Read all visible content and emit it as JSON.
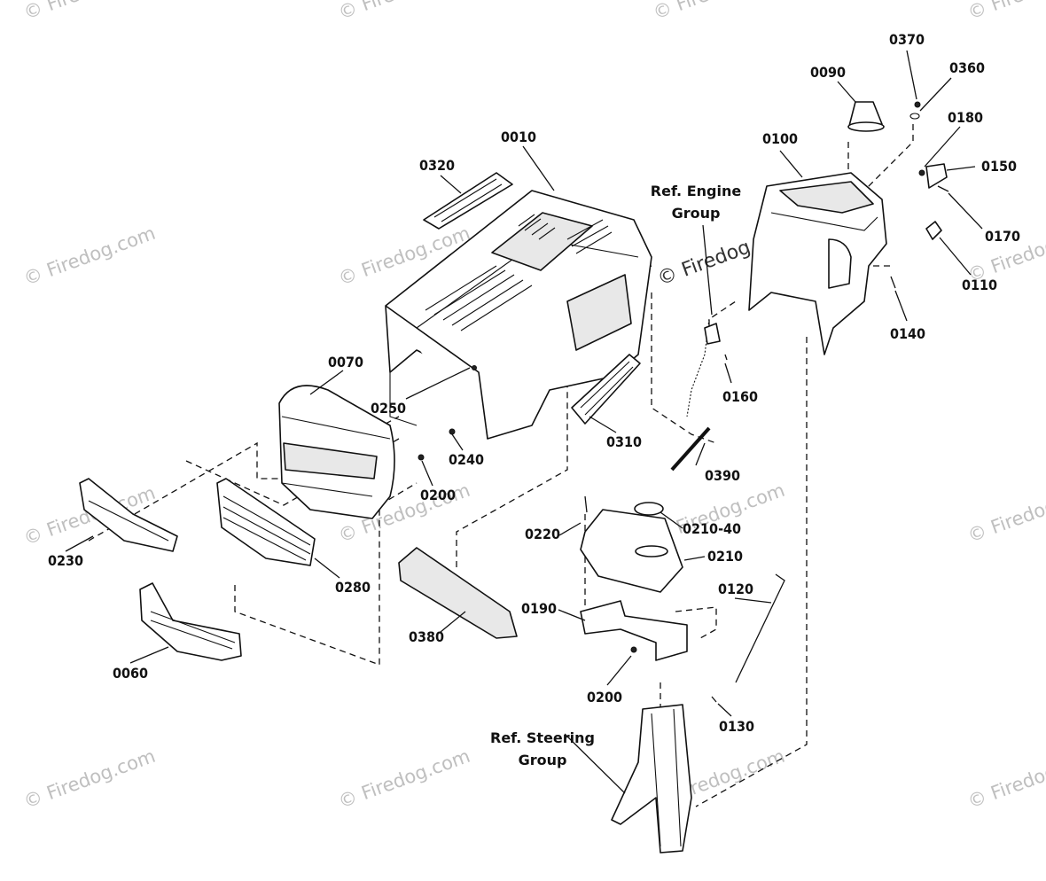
{
  "colors": {
    "ink": "#111111",
    "watermark": "#bfbfbf",
    "fill_light": "#e8e8e8",
    "background": "#ffffff"
  },
  "watermark": "© Firedog.com",
  "watermark_center": "© Firedog.com",
  "callouts": {
    "p0010": "0010",
    "p0060": "0060",
    "p0070": "0070",
    "p0090": "0090",
    "p0100": "0100",
    "p0110": "0110",
    "p0120": "0120",
    "p0130": "0130",
    "p0140": "0140",
    "p0150": "0150",
    "p0160": "0160",
    "p0170": "0170",
    "p0180": "0180",
    "p0190": "0190",
    "p0200a": "0200",
    "p0200b": "0200",
    "p0210": "0210",
    "p0210_40": "0210-40",
    "p0220": "0220",
    "p0230": "0230",
    "p0240": "0240",
    "p0250": "0250",
    "p0280": "0280",
    "p0310": "0310",
    "p0320": "0320",
    "p0360": "0360",
    "p0370": "0370",
    "p0380": "0380",
    "p0390": "0390"
  },
  "references": {
    "engine_line1": "Ref. Engine",
    "engine_line2": "Group",
    "steering_line1": "Ref. Steering",
    "steering_line2": "Group"
  }
}
